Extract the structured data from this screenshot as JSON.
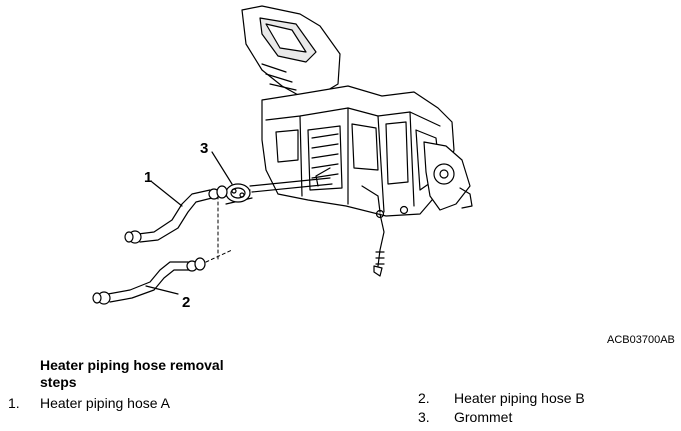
{
  "callouts": [
    "1",
    "2",
    "3"
  ],
  "figure_code": "ACB03700AB",
  "steps_title": "Heater piping hose removal steps",
  "steps": [
    {
      "num": "1.",
      "label": "Heater piping hose A"
    },
    {
      "num": "2.",
      "label": "Heater piping hose B"
    },
    {
      "num": "3.",
      "label": "Grommet"
    }
  ]
}
